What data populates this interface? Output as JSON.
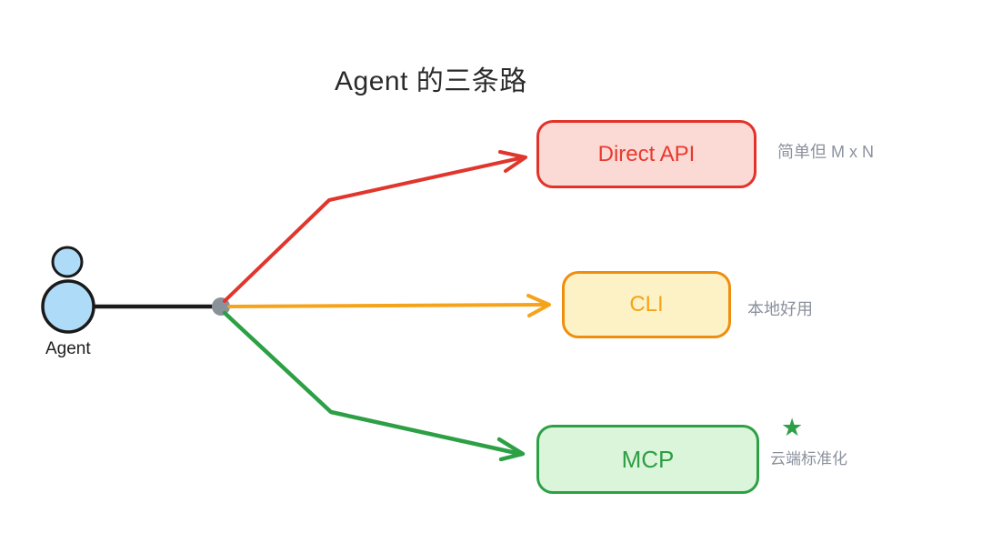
{
  "title": "Agent 的三条路",
  "agent": {
    "label": "Agent"
  },
  "nodes": [
    {
      "id": "direct-api",
      "label": "Direct API",
      "annotation": "简单但 M x N",
      "border_color": "#e23229",
      "fill_color": "#fbdad6",
      "text_color": "#e8392e"
    },
    {
      "id": "cli",
      "label": "CLI",
      "annotation": "本地好用",
      "border_color": "#ef8d0e",
      "fill_color": "#fdf2c5",
      "text_color": "#f5a31a"
    },
    {
      "id": "mcp",
      "label": "MCP",
      "annotation": "云端标准化",
      "badge_icon": "★",
      "border_color": "#2da045",
      "fill_color": "#daf5da",
      "text_color": "#2f9e44"
    }
  ],
  "colors": {
    "background": "#ffffff",
    "title_text": "#2b2b2b",
    "annotation_text": "#8b919d",
    "agent_fill": "#aedcf8",
    "agent_stroke": "#1a1a1a",
    "connector": "#1a1a1a",
    "junction_dot": "#8a9299",
    "arrow_red": "#e0362c",
    "arrow_orange": "#f5a31a",
    "arrow_green": "#2da046",
    "star": "#2da045"
  }
}
